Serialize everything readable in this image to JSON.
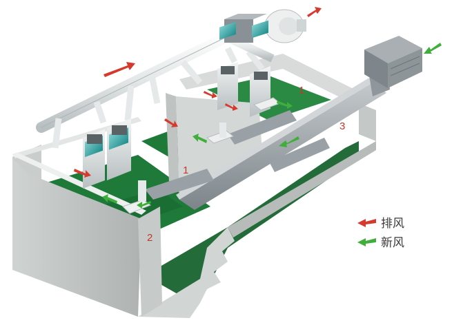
{
  "rooms": [
    {
      "label": "1"
    },
    {
      "label": "1"
    },
    {
      "label": "2"
    },
    {
      "label": "3"
    }
  ],
  "legend": {
    "exhaust_label": "排风",
    "fresh_label": "新风",
    "exhaust_color": "#d63a2f",
    "fresh_color": "#3fae3a"
  },
  "colors": {
    "floor": "#1f7a3a",
    "wall_top": "#d9dcdb",
    "wall_side": "#b9bebd",
    "duct": "#9aa1a6",
    "exhaust_pipe": "#e9ecec"
  },
  "icons": [
    "fume-hood",
    "exhaust-fan",
    "air-handling-unit",
    "diffuser"
  ]
}
